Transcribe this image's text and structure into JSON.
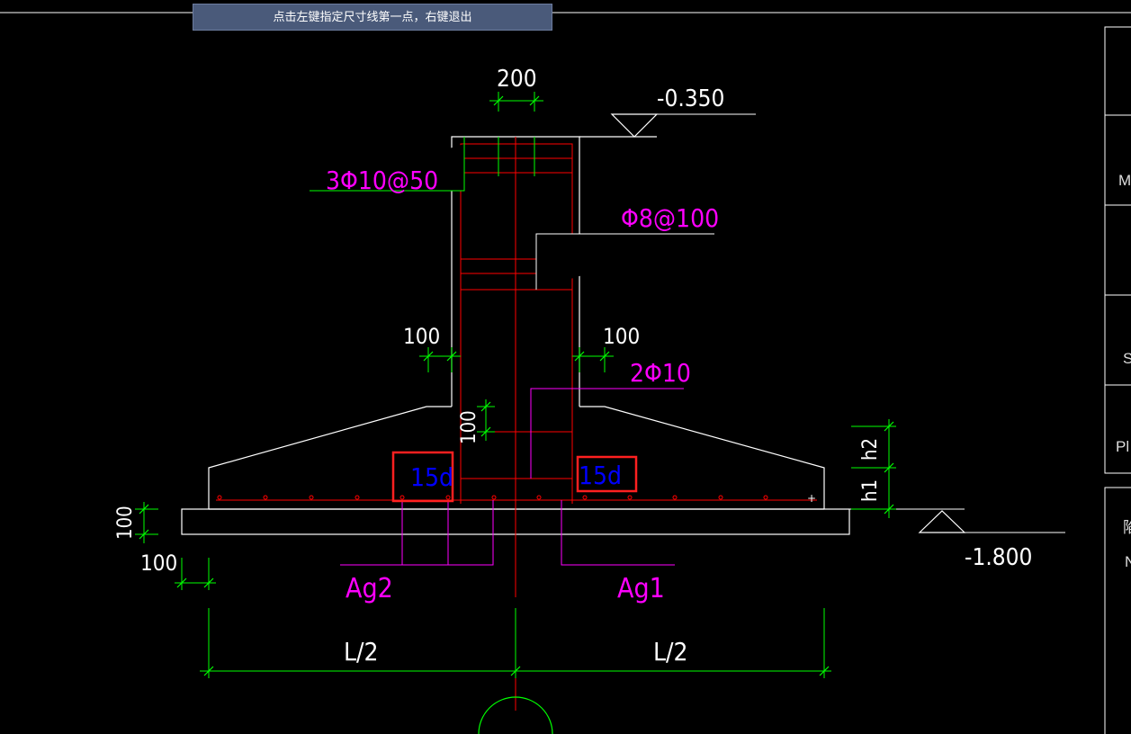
{
  "status_tip": "点击左键指定尺寸线第一点，右键退出",
  "drawing": {
    "dim_top_width": "200",
    "elev_top": "-0.350",
    "rebar_top": "3Φ10@50",
    "rebar_stirrup": "Φ8@100",
    "dim_left_100": "100",
    "dim_right_100": "100",
    "rebar_side": "2Φ10",
    "dim_vertical_100": "100",
    "anchor_left": "15d",
    "anchor_right": "15d",
    "label_h2": "h2",
    "label_h1": "h1",
    "dim_pad_100": "100",
    "dim_bottom_100": "100",
    "label_ag2": "Ag2",
    "label_ag1": "Ag1",
    "elev_bottom": "-1.800",
    "dim_half_left": "L/2",
    "dim_half_right": "L/2"
  },
  "side_panel": {
    "label_m": "M",
    "label_s": "S",
    "label_p": "Pl",
    "label_b": "陷",
    "label_n": "N"
  },
  "colors": {
    "white": "#ffffff",
    "green": "#00ff00",
    "red": "#ff0000",
    "magenta": "#ff00ff",
    "blue": "#0000ff",
    "highlight": "#ff2020"
  }
}
